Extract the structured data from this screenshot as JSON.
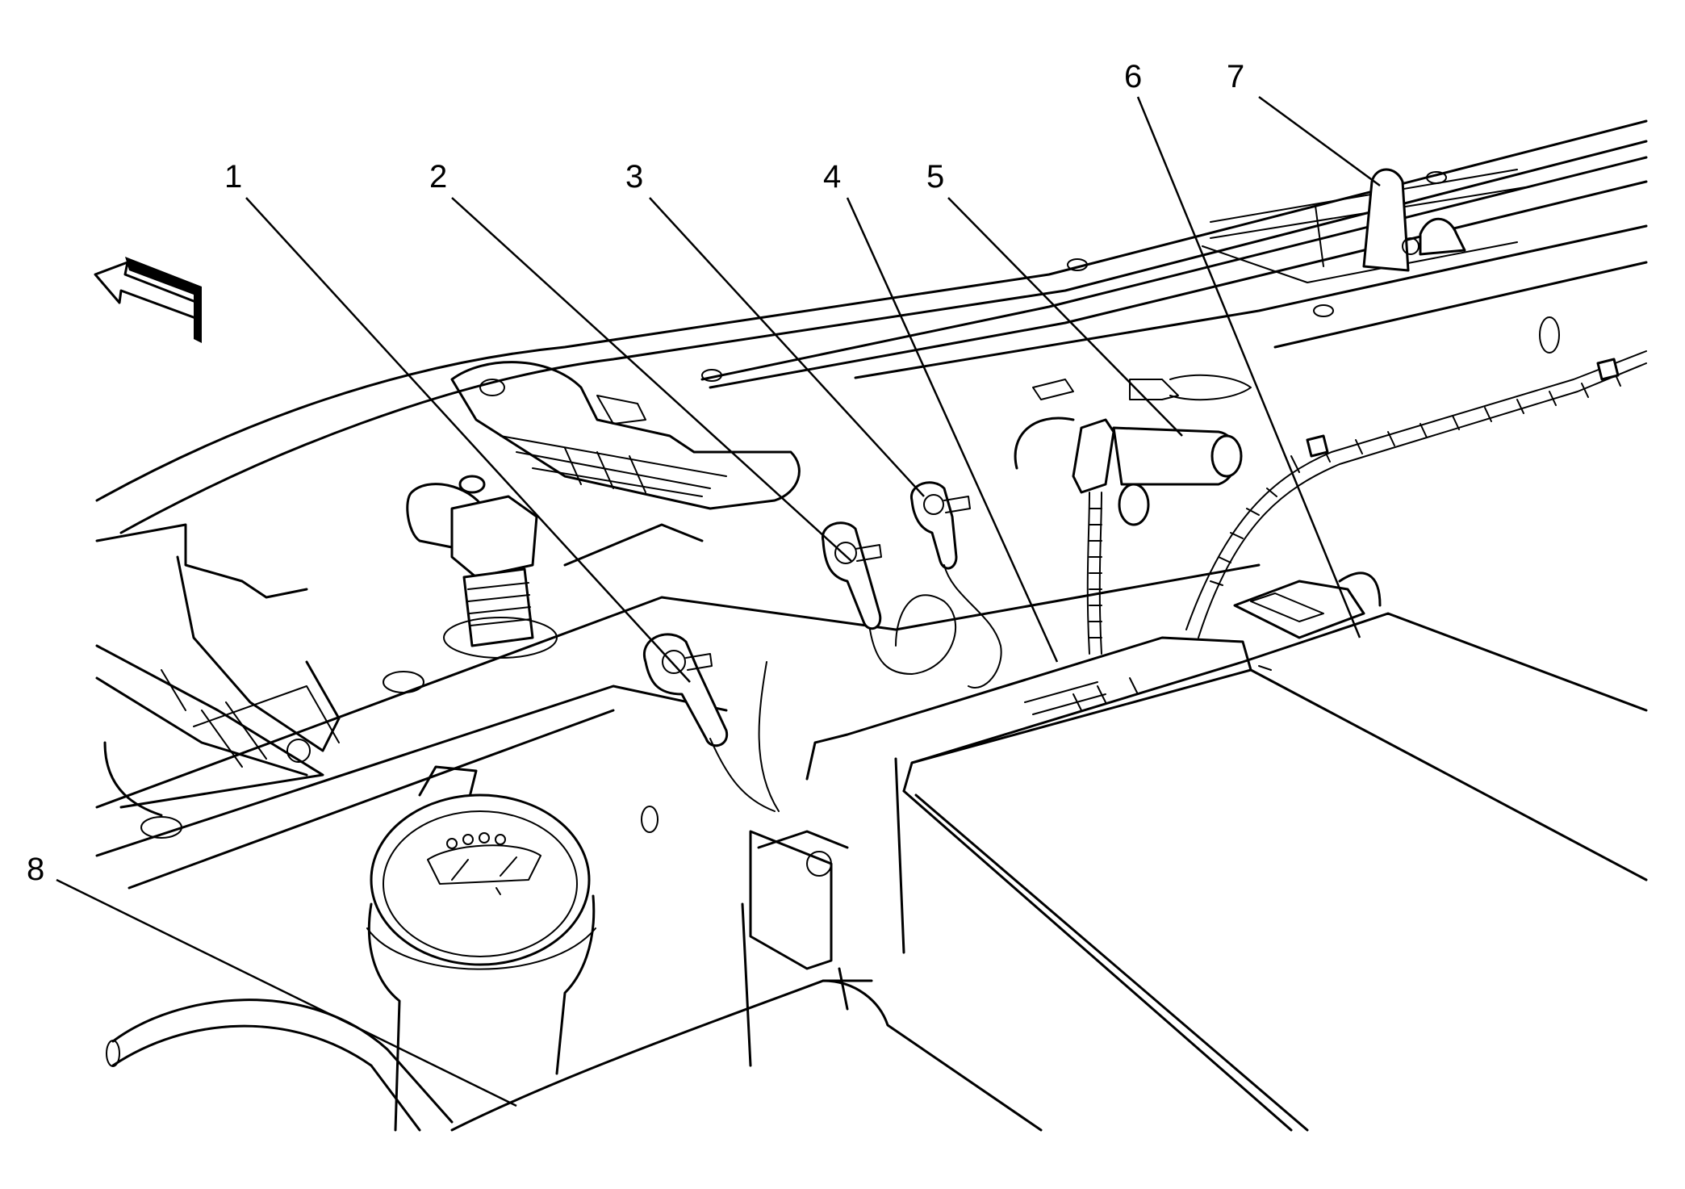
{
  "callouts": [
    {
      "id": "1",
      "label": "1"
    },
    {
      "id": "2",
      "label": "2"
    },
    {
      "id": "3",
      "label": "3"
    },
    {
      "id": "4",
      "label": "4"
    },
    {
      "id": "5",
      "label": "5"
    },
    {
      "id": "6",
      "label": "6"
    },
    {
      "id": "7",
      "label": "7"
    },
    {
      "id": "8",
      "label": "8"
    }
  ],
  "colors": {
    "line": "#000000",
    "background": "#ffffff"
  },
  "icons": [
    "front-direction-arrow-icon",
    "washer-symbol-icon"
  ]
}
